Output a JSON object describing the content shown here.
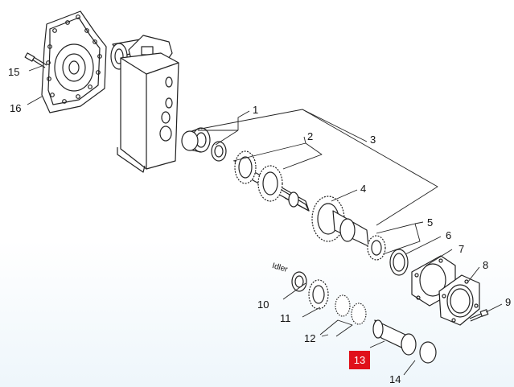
{
  "callouts": {
    "c1": "1",
    "c2": "2",
    "c3": "3",
    "c4": "4",
    "c5": "5",
    "c6": "6",
    "c7": "7",
    "c8": "8",
    "c9": "9",
    "c10": "10",
    "c11": "11",
    "c12": "12",
    "c13": "13",
    "c14": "14",
    "c15": "15",
    "c16": "16"
  },
  "labels": {
    "idler": "Idler"
  },
  "highlight": {
    "selected_callout": "13",
    "color": "#e0101a"
  }
}
